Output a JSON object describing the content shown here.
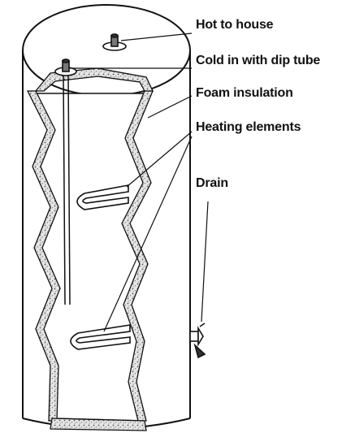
{
  "diagram": {
    "labels": {
      "hot": "Hot to house",
      "cold": "Cold in with dip tube",
      "foam": "Foam insulation",
      "heating": "Heating elements",
      "drain": "Drain"
    },
    "colors": {
      "ink": "#111111",
      "insulation": "#dcdcdc",
      "background": "#ffffff"
    }
  }
}
